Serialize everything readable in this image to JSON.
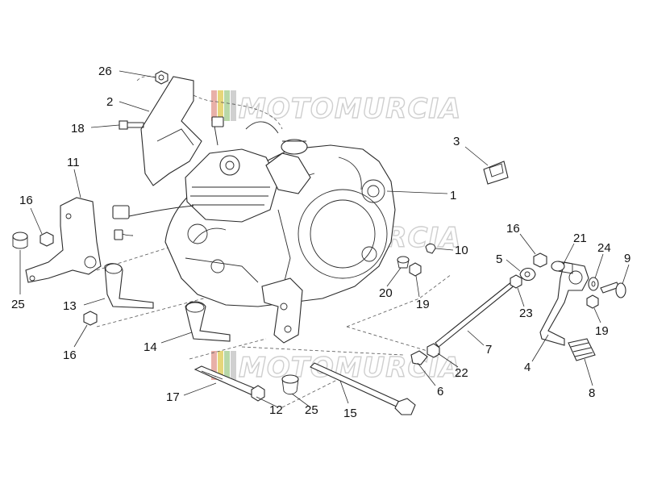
{
  "watermark": {
    "text": "MOTOMURCIA",
    "flag_colors": [
      "#e8b0a8",
      "#e6d67a",
      "#b8d8a8",
      "#d0d0d0"
    ]
  },
  "callouts": [
    {
      "label": "26"
    },
    {
      "label": "2"
    },
    {
      "label": "18"
    },
    {
      "label": "11"
    },
    {
      "label": "16"
    },
    {
      "label": "25"
    },
    {
      "label": "13"
    },
    {
      "label": "16"
    },
    {
      "label": "14"
    },
    {
      "label": "17"
    },
    {
      "label": "12"
    },
    {
      "label": "25"
    },
    {
      "label": "15"
    },
    {
      "label": "6"
    },
    {
      "label": "22"
    },
    {
      "label": "7"
    },
    {
      "label": "20"
    },
    {
      "label": "19"
    },
    {
      "label": "10"
    },
    {
      "label": "1"
    },
    {
      "label": "3"
    },
    {
      "label": "16"
    },
    {
      "label": "21"
    },
    {
      "label": "24"
    },
    {
      "label": "9"
    },
    {
      "label": "5"
    },
    {
      "label": "23"
    },
    {
      "label": "19"
    },
    {
      "label": "4"
    },
    {
      "label": "8"
    }
  ]
}
